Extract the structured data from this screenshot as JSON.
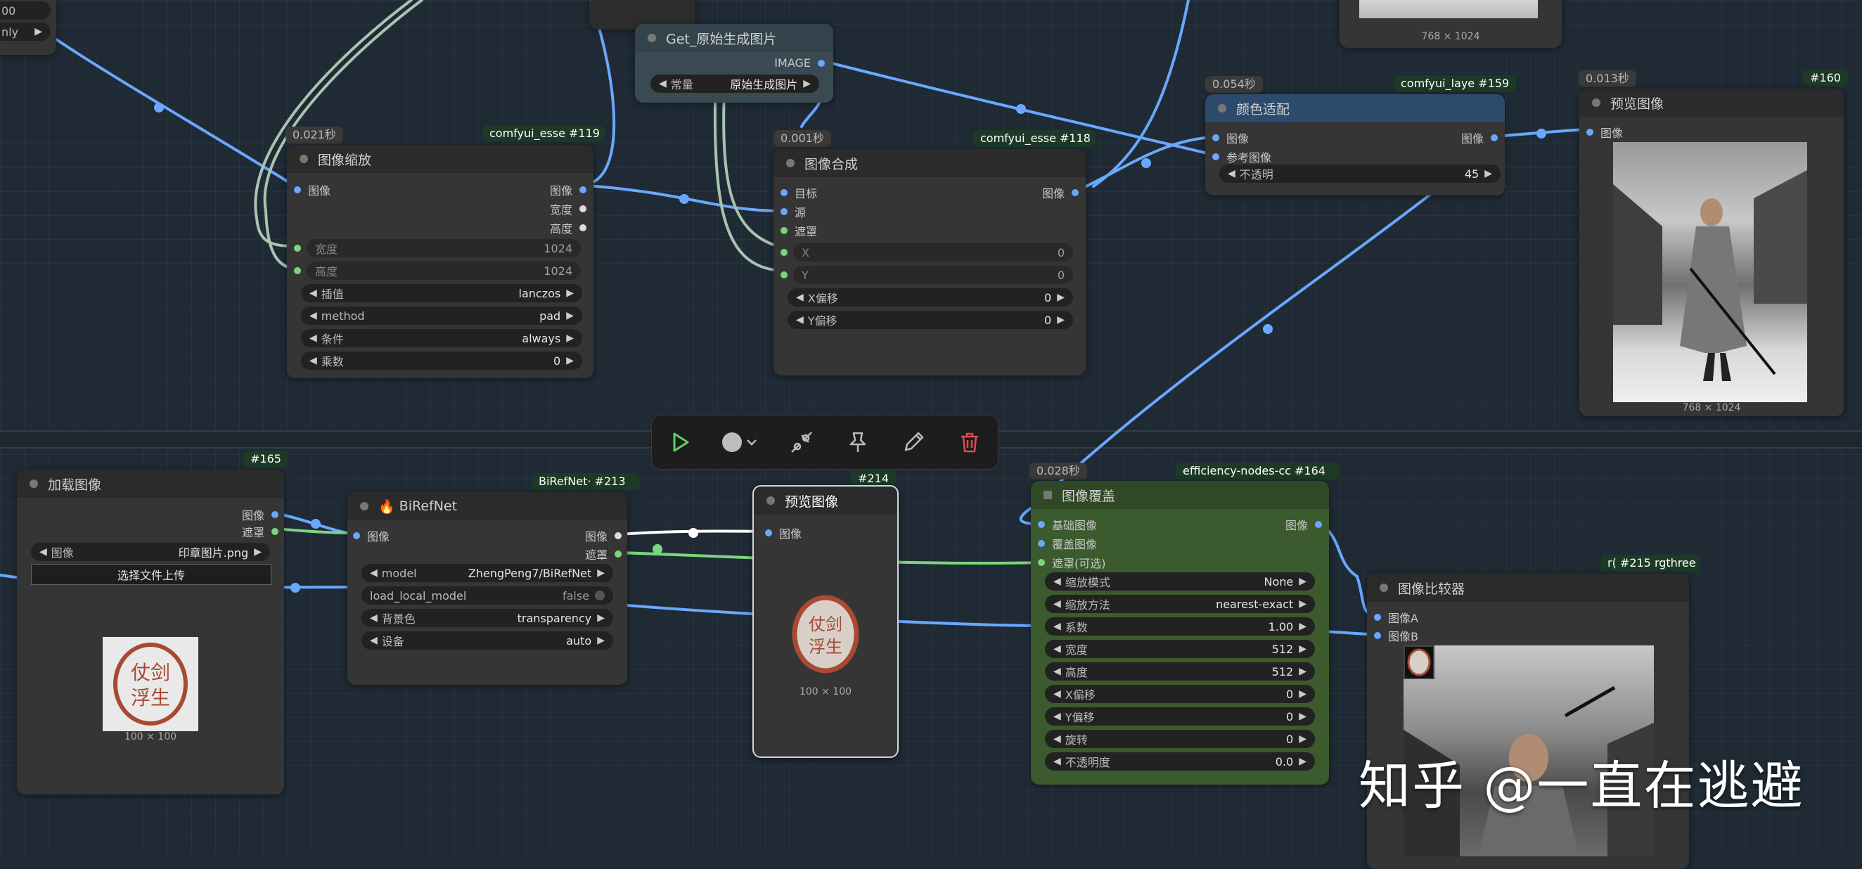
{
  "colors": {
    "canvas": "#1f2a35",
    "node": "#353535",
    "header": "#2b2b2b",
    "image_wire": "#6aa8ff",
    "mask_wire": "#7bd67b",
    "green_node": "#3b5a2e",
    "blue_header": "#2c4a6b",
    "badge": "#1c3a26"
  },
  "partial_node": {
    "value": "00",
    "mode": "nly"
  },
  "top_captions": {
    "top_right_image_size": "768 × 1024"
  },
  "get_node": {
    "title": "Get_原始生成图片",
    "output": "IMAGE",
    "widget_label": "常量",
    "widget_value": "原始生成图片"
  },
  "node119": {
    "time": "0.021秒",
    "badge": "comfyui_esse #119",
    "title": "图像缩放",
    "input_image": "图像",
    "outputs": [
      "图像",
      "宽度",
      "高度"
    ],
    "rows": [
      {
        "label": "宽度",
        "value": "1024"
      },
      {
        "label": "高度",
        "value": "1024"
      }
    ],
    "widgets": [
      {
        "label": "插值",
        "value": "lanczos"
      },
      {
        "label": "method",
        "value": "pad"
      },
      {
        "label": "条件",
        "value": "always"
      },
      {
        "label": "乘数",
        "value": "0"
      }
    ]
  },
  "node118": {
    "time": "0.001秒",
    "badge": "comfyui_esse #118",
    "title": "图像合成",
    "inputs": [
      "目标",
      "源",
      "遮罩"
    ],
    "output": "图像",
    "rows": [
      {
        "label": "X",
        "value": "0"
      },
      {
        "label": "Y",
        "value": "0"
      }
    ],
    "widgets": [
      {
        "label": "X偏移",
        "value": "0"
      },
      {
        "label": "Y偏移",
        "value": "0"
      }
    ]
  },
  "node159": {
    "time": "0.054秒",
    "badge": "comfyui_laye #159",
    "title": "颜色适配",
    "inputs": [
      "图像",
      "参考图像"
    ],
    "output": "图像",
    "widget": {
      "label": "不透明",
      "value": "45"
    }
  },
  "node160": {
    "time": "0.013秒",
    "badge": "#160",
    "title": "预览图像",
    "input": "图像",
    "caption": "768 × 1024"
  },
  "toolbar": {
    "items": [
      "run",
      "color",
      "bypass",
      "pin",
      "edit",
      "delete"
    ]
  },
  "node165": {
    "badge": "#165",
    "title": "加载图像",
    "outputs": [
      "图像",
      "遮罩"
    ],
    "widget": {
      "label": "图像",
      "value": "印章图片.png"
    },
    "upload": "选择文件上传",
    "caption": "100 × 100"
  },
  "node213": {
    "badge": "BiRefNet· #213",
    "title": "BiRefNet",
    "input": "图像",
    "outputs": [
      "图像",
      "遮罩"
    ],
    "widgets": [
      {
        "label": "model",
        "value": "ZhengPeng7/BiRefNet"
      },
      {
        "label": "load_local_model",
        "value": "false"
      },
      {
        "label": "背景色",
        "value": "transparency"
      },
      {
        "label": "设备",
        "value": "auto"
      }
    ]
  },
  "node214": {
    "badge": "#214",
    "title": "预览图像",
    "input": "图像",
    "caption": "100 × 100"
  },
  "node164": {
    "time": "0.028秒",
    "badge": "efficiency-nodes-cc #164",
    "title": "图像覆盖",
    "inputs": [
      "基础图像",
      "覆盖图像",
      "遮罩(可选)"
    ],
    "output": "图像",
    "widgets": [
      {
        "label": "缩放模式",
        "value": "None"
      },
      {
        "label": "缩放方法",
        "value": "nearest-exact"
      },
      {
        "label": "系数",
        "value": "1.00"
      },
      {
        "label": "宽度",
        "value": "512"
      },
      {
        "label": "高度",
        "value": "512"
      },
      {
        "label": "X偏移",
        "value": "0"
      },
      {
        "label": "Y偏移",
        "value": "0"
      },
      {
        "label": "旋转",
        "value": "0"
      },
      {
        "label": "不透明度",
        "value": "0.0"
      }
    ]
  },
  "node215": {
    "badge": "r( #215 rgthree",
    "title": "图像比较器",
    "inputs": [
      "图像A",
      "图像B"
    ]
  },
  "seal": {
    "text": "仗剑浮生"
  },
  "watermark": "知乎 @一直在逃避"
}
